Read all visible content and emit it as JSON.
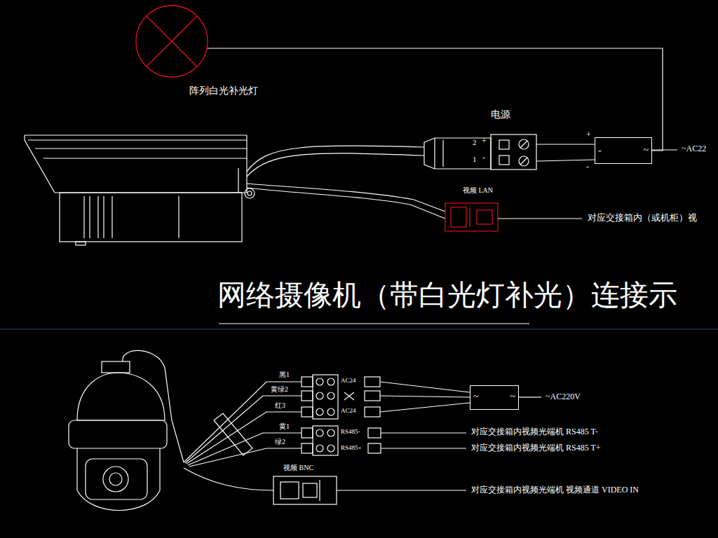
{
  "diagram": {
    "title": "网络摄像机（带白光灯补光）连接示",
    "nodes": [
      {
        "text": [
          "阵列白光补光灯"
        ]
      },
      {
        "text": [
          "-",
          "~"
        ]
      },
      {
        "text": [
          "~",
          "~"
        ]
      }
    ],
    "edges": [
      {
        "from": 0,
        "to": 1,
        "arrow": "none"
      }
    ],
    "labels": [
      "电源",
      "2",
      "+",
      "1",
      "-",
      "+",
      "-",
      "~AC22",
      "视频 LAN",
      "对应交接箱内（或机柜）视",
      "黑1",
      "黄绿2",
      "红3",
      "AC24",
      "AC24",
      "黄1",
      "绿2",
      "RS485-",
      "RS485+",
      "~AC220V",
      "对应交接箱内视频光端机 RS485 T-",
      "对应交接箱内视频光端机 RS485 T+",
      "视频 BNC",
      "对应交接箱内视频光端机 视频通道 VIDEO IN"
    ]
  }
}
